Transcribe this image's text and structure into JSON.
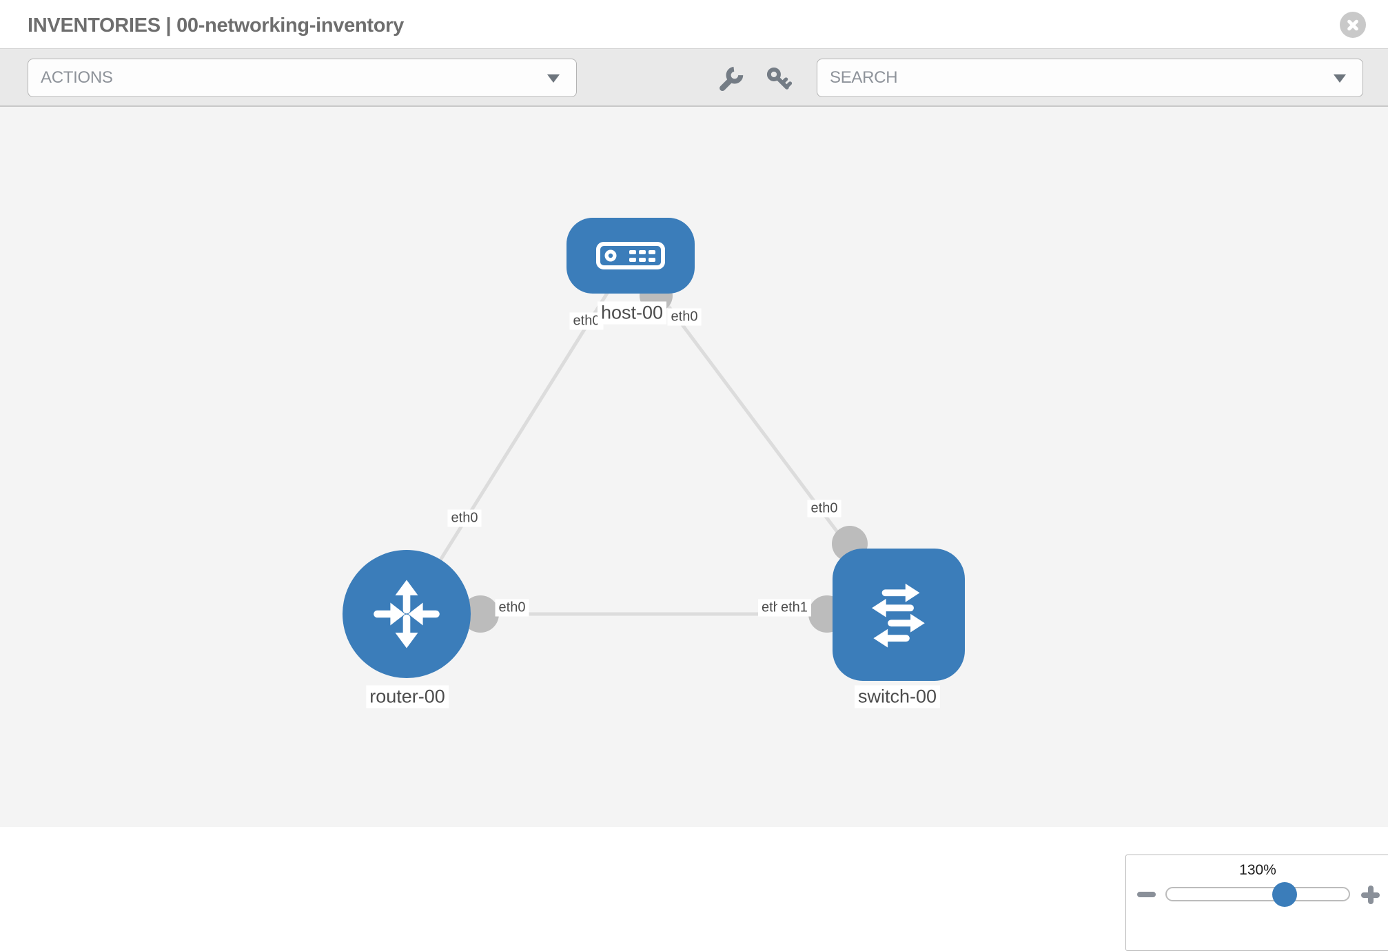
{
  "header": {
    "title": "INVENTORIES | 00-networking-inventory"
  },
  "toolbar": {
    "actions_placeholder": "ACTIONS",
    "search_placeholder": "SEARCH"
  },
  "topology": {
    "nodes": [
      {
        "label": "host-00",
        "type": "host"
      },
      {
        "label": "router-00",
        "type": "router"
      },
      {
        "label": "switch-00",
        "type": "switch"
      }
    ],
    "links": [
      {
        "from": "host-00",
        "to": "router-00",
        "from_interface": "eth0",
        "to_interface": "eth0"
      },
      {
        "from": "host-00",
        "to": "switch-00",
        "from_interface": "eth0",
        "to_interface": "eth0"
      },
      {
        "from": "router-00",
        "to": "switch-00",
        "from_interface": "eth0",
        "to_interface": "eth1",
        "occluded_interface": "eth0"
      }
    ]
  },
  "zoom_control": {
    "value": "130%"
  },
  "colors": {
    "node_blue": "#3b7dba",
    "connector_gray": "#bcbcbc",
    "link_gray": "#dcdcdc",
    "canvas_bg": "#f4f4f4"
  }
}
